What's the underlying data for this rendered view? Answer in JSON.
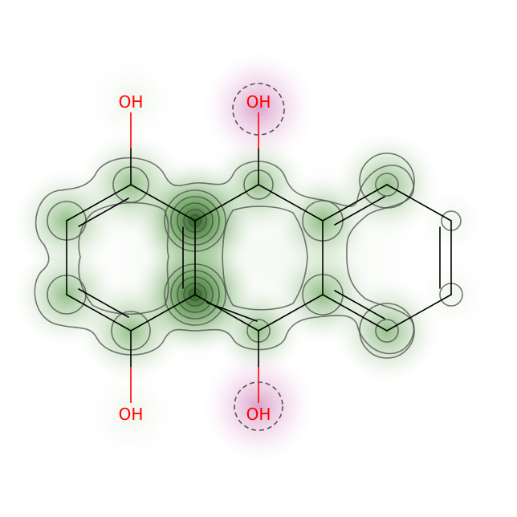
{
  "molecule": {
    "labels": {
      "oh_top_left": "OH",
      "oh_top_right": "OH",
      "oh_bottom_left": "OH",
      "oh_bottom_right": "OH"
    },
    "colors": {
      "heteroatom": "#ff0000",
      "bond": "#000000",
      "positive_contribution": "#2e7d1e",
      "negative_contribution": "#c040a0",
      "contour_line": "#4a4a4a"
    },
    "highlight_style": {
      "marked_atoms": "dashed circle"
    }
  }
}
